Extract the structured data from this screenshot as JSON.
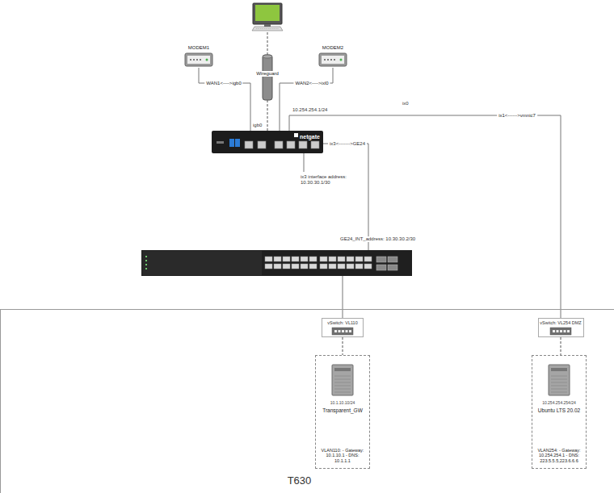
{
  "diagram": {
    "nodes": [
      {
        "text": [
          "MODEM1"
        ]
      },
      {
        "text": [
          "Wireguard"
        ]
      },
      {
        "text": [
          "MODEM2"
        ]
      },
      {
        "text": [
          "netgate"
        ]
      },
      {
        "text": [
          "T630"
        ]
      },
      {
        "text": [
          "vSwitch: VL110"
        ],
        "in": 4
      },
      {
        "text": [
          "10.1.10.10/24",
          "Transparent_GW",
          "VLAN110: - Gateway: 10.1.10.1 - DNS: 10.1.1.1"
        ],
        "in": 4
      },
      {
        "text": [
          "vSwitch: VL254 DMZ"
        ],
        "in": 4
      },
      {
        "text": [
          "10.254.254.254/24",
          "Ubuntu LTS 20.02",
          "VLAN254: - Gateway: 10.254.254.1 - DNS: 223.5.5.5,223.6.6.6"
        ],
        "in": 4
      }
    ],
    "edges": [
      {
        "from": 0,
        "to": 3,
        "label": "WAN1<---->igb0",
        "arrow": "none"
      },
      {
        "from": 1,
        "to": 3,
        "arrow": "none"
      },
      {
        "from": 2,
        "to": 3,
        "label": "WAN2<---->ixl0",
        "arrow": "none"
      },
      {
        "from": 3,
        "to": 7,
        "label": "ix1<------>vmnic7",
        "arrow": "none"
      },
      {
        "from": 5,
        "to": 6,
        "arrow": "none"
      },
      {
        "from": 7,
        "to": 8,
        "arrow": "none"
      }
    ],
    "labels": [
      "igb0",
      "10.254.254.1/24",
      "ix0",
      "ix3<------->GE24",
      "ix3 interface address: 10.30.30.1/30",
      "GE24_INT_address: 10.30.30.2/30"
    ]
  }
}
